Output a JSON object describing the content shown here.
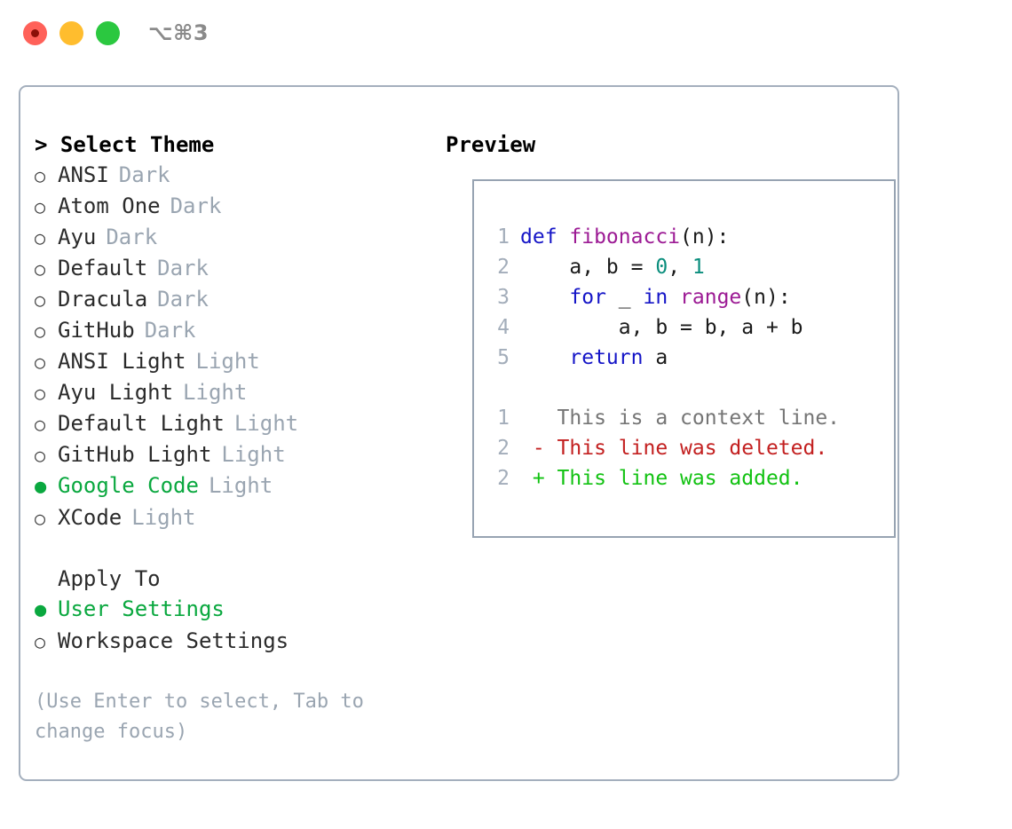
{
  "titlebar": {
    "shortcut": "⌥⌘3",
    "buttons": [
      {
        "name": "close",
        "color": "#ff6159"
      },
      {
        "name": "minimize",
        "color": "#ffbd2e"
      },
      {
        "name": "maximize",
        "color": "#2bc840"
      }
    ]
  },
  "left": {
    "header": "> Select Theme",
    "themes": [
      {
        "bullet": "○",
        "label": "ANSI",
        "badge": "Dark",
        "selected": false
      },
      {
        "bullet": "○",
        "label": "Atom One",
        "badge": "Dark",
        "selected": false
      },
      {
        "bullet": "○",
        "label": "Ayu",
        "badge": "Dark",
        "selected": false
      },
      {
        "bullet": "○",
        "label": "Default",
        "badge": "Dark",
        "selected": false
      },
      {
        "bullet": "○",
        "label": "Dracula",
        "badge": "Dark",
        "selected": false
      },
      {
        "bullet": "○",
        "label": "GitHub",
        "badge": "Dark",
        "selected": false
      },
      {
        "bullet": "○",
        "label": "ANSI Light",
        "badge": "Light",
        "selected": false
      },
      {
        "bullet": "○",
        "label": "Ayu Light",
        "badge": "Light",
        "selected": false
      },
      {
        "bullet": "○",
        "label": "Default Light",
        "badge": "Light",
        "selected": false
      },
      {
        "bullet": "○",
        "label": "GitHub Light",
        "badge": "Light",
        "selected": false
      },
      {
        "bullet": "●",
        "label": "Google Code",
        "badge": "Light",
        "selected": true
      },
      {
        "bullet": "○",
        "label": "XCode",
        "badge": "Light",
        "selected": false
      }
    ],
    "apply_to_title": "Apply To",
    "apply_to": [
      {
        "bullet": "●",
        "label": "User Settings",
        "selected": true
      },
      {
        "bullet": "○",
        "label": "Workspace Settings",
        "selected": false
      }
    ],
    "hint": "(Use Enter to select, Tab to change focus)"
  },
  "right": {
    "header": "Preview",
    "code": [
      {
        "ln": "1",
        "tokens": [
          {
            "t": "def ",
            "c": "kw"
          },
          {
            "t": "fibonacci",
            "c": "fn"
          },
          {
            "t": "(n):",
            "c": "pl"
          }
        ]
      },
      {
        "ln": "2",
        "tokens": [
          {
            "t": "    a, b = ",
            "c": "pl"
          },
          {
            "t": "0",
            "c": "num"
          },
          {
            "t": ", ",
            "c": "pl"
          },
          {
            "t": "1",
            "c": "num"
          }
        ]
      },
      {
        "ln": "3",
        "tokens": [
          {
            "t": "    ",
            "c": "pl"
          },
          {
            "t": "for",
            "c": "kw"
          },
          {
            "t": " _ ",
            "c": "pl"
          },
          {
            "t": "in",
            "c": "kw"
          },
          {
            "t": " ",
            "c": "pl"
          },
          {
            "t": "range",
            "c": "fn"
          },
          {
            "t": "(n):",
            "c": "pl"
          }
        ]
      },
      {
        "ln": "4",
        "tokens": [
          {
            "t": "        a, b = b, a + b",
            "c": "pl"
          }
        ]
      },
      {
        "ln": "5",
        "tokens": [
          {
            "t": "    ",
            "c": "pl"
          },
          {
            "t": "return",
            "c": "kw"
          },
          {
            "t": " a",
            "c": "pl"
          }
        ]
      },
      {
        "blank": true
      },
      {
        "ln": "1",
        "tokens": [
          {
            "t": "   This is a context line.",
            "c": "ctx"
          }
        ]
      },
      {
        "ln": "2",
        "tokens": [
          {
            "t": " - This line was deleted.",
            "c": "del"
          }
        ]
      },
      {
        "ln": "2",
        "tokens": [
          {
            "t": " + This line was added.",
            "c": "add"
          }
        ]
      }
    ]
  },
  "colors": {
    "accent_green": "#0aa83f",
    "muted": "#9aa5b1",
    "border": "#a4afbd",
    "keyword": "#1515c7",
    "function": "#9c1a94",
    "number": "#0b8e7d",
    "diff_delete": "#c32020",
    "diff_add": "#12c212",
    "line_number": "#a3adba"
  }
}
